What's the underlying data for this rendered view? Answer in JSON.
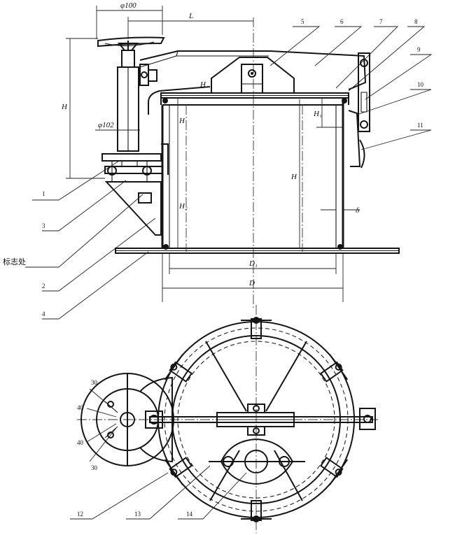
{
  "part_numbers": {
    "p1": "1",
    "p2": "2",
    "p3": "3",
    "p4": "4",
    "p5": "5",
    "p6": "6",
    "p7": "7",
    "p8": "8",
    "p9": "9",
    "p10": "10",
    "p11": "11",
    "p12": "12",
    "p13": "13",
    "p14": "14"
  },
  "callouts": {
    "nameplate": "标志处"
  },
  "dimensions": {
    "handwheel_dia": "φ100",
    "column_dia": "φ102",
    "offset_L": "L",
    "height_H": "H",
    "height_H1": "H",
    "height_H2": "H",
    "height_H3": "H",
    "height_Ha": "H₁",
    "height_Hb": "H₂",
    "wall_t": "δ",
    "dia_D1": "D₁",
    "dia_D": "D"
  },
  "angles": {
    "a30_top": "30",
    "a40_top": "40",
    "a40_bot": "40",
    "a30_bot": "30"
  }
}
